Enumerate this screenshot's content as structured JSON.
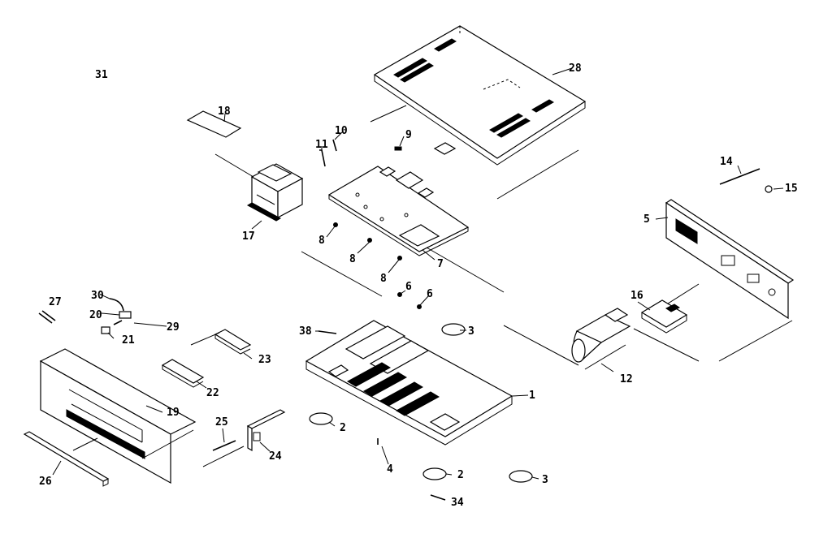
{
  "labels": {
    "l1": "1",
    "l2a": "2",
    "l2b": "2",
    "l3a": "3",
    "l3b": "3",
    "l4": "4",
    "l5": "5",
    "l6a": "6",
    "l6b": "6",
    "l7": "7",
    "l8a": "8",
    "l8b": "8",
    "l8c": "8",
    "l9": "9",
    "l10": "10",
    "l11": "11",
    "l12": "12",
    "l14": "14",
    "l15": "15",
    "l16": "16",
    "l17": "17",
    "l18": "18",
    "l19": "19",
    "l20": "20",
    "l21": "21",
    "l22": "22",
    "l23": "23",
    "l24": "24",
    "l25": "25",
    "l26": "26",
    "l27": "27",
    "l28": "28",
    "l29": "29",
    "l30": "30",
    "l31": "31",
    "l34": "34",
    "l38": "38"
  }
}
